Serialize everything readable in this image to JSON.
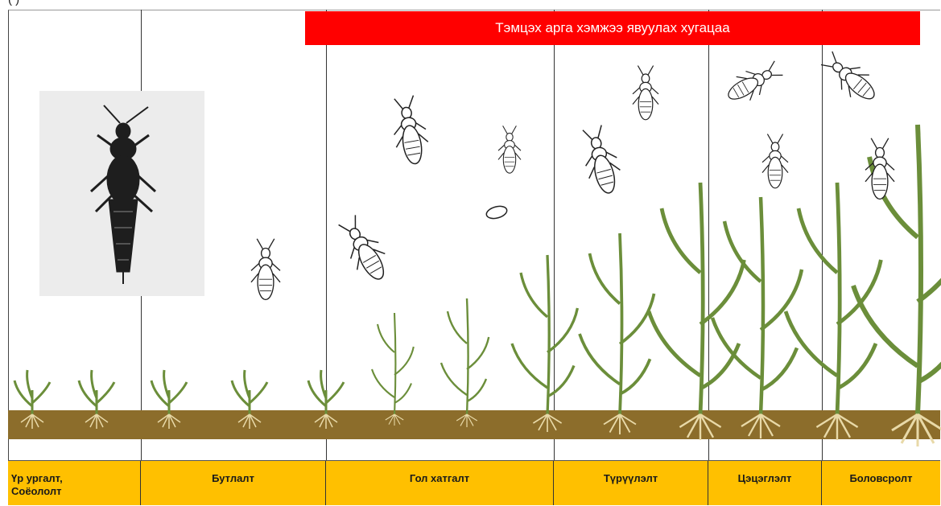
{
  "caption_fragment": "(                      )",
  "banner": {
    "text": "Тэмцэх арга хэмжээ явуулах хугацаа",
    "color": "#ff0000"
  },
  "stages": [
    {
      "label": "Үр ургалт,",
      "label2": "Соёололт"
    },
    {
      "label": "Бутлалт"
    },
    {
      "label": "Гол хатгалт"
    },
    {
      "label": "Түрүүлэлт"
    },
    {
      "label": "Цэцэглэлт"
    },
    {
      "label": "Боловсролт"
    }
  ],
  "colors": {
    "stage_bar": "#ffc000",
    "soil": "#8c6d2b",
    "plant": "#6b8e3a",
    "insect_outline": "#222222"
  },
  "icons": [
    "thrips-photo-icon",
    "thrips-insect-icon",
    "thrips-egg-icon",
    "cereal-plant-icon"
  ]
}
